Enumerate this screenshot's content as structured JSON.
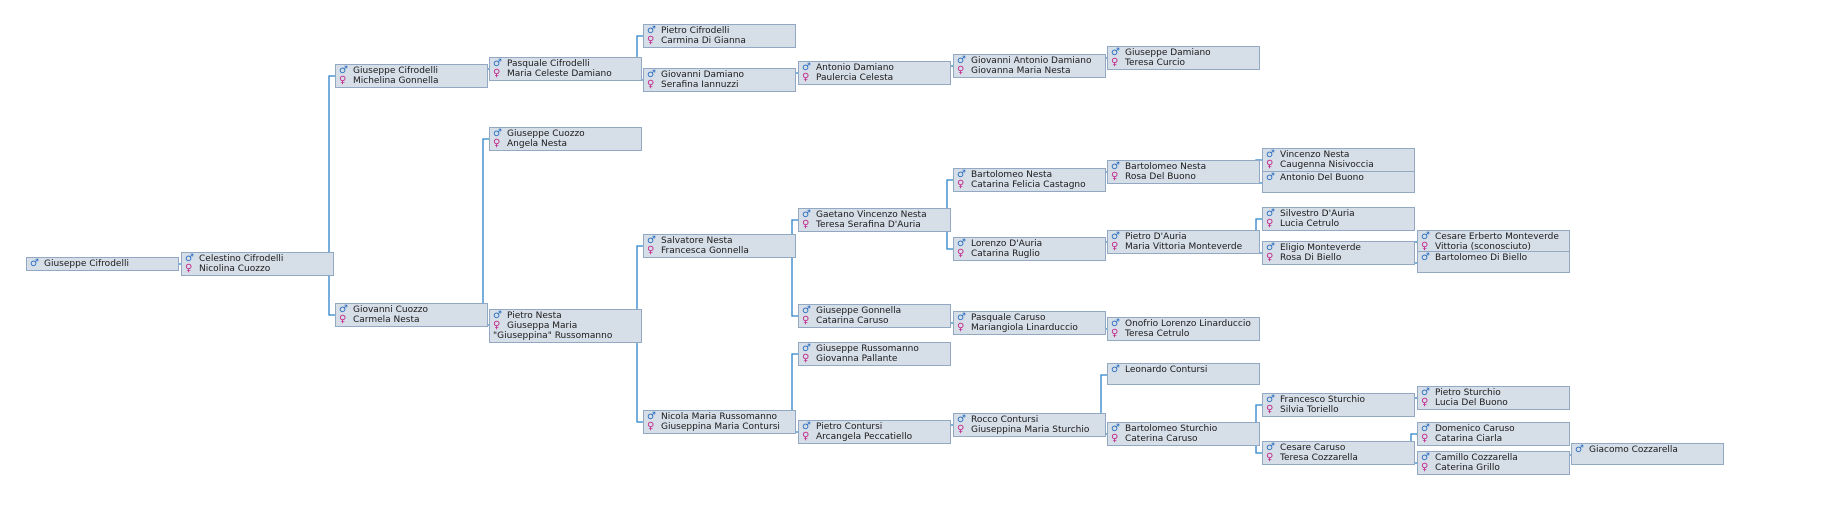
{
  "tree": {
    "person": {
      "male": "Giuseppe Cifrodelli"
    },
    "p": {
      "male": "Celestino Cifrodelli",
      "female": "Nicolina Cuozzo"
    },
    "pp": {
      "male": "Giuseppe Cifrodelli",
      "female": "Michelina Gonnella"
    },
    "pm": {
      "male": "Giovanni Cuozzo",
      "female": "Carmela Nesta"
    },
    "ppp": {
      "male": "Pasquale Cifrodelli",
      "female": "Maria Celeste Damiano"
    },
    "pmp": {
      "male": "Giuseppe Cuozzo",
      "female": "Angela Nesta"
    },
    "pmm": {
      "male": "Pietro Nesta",
      "female": "Giuseppa Maria \"Giuseppina\" Russomanno"
    },
    "pppp": {
      "male": "Pietro Cifrodelli",
      "female": "Carmina Di Gianna"
    },
    "pppm": {
      "male": "Giovanni Damiano",
      "female": "Serafina Iannuzzi"
    },
    "pmmp": {
      "male": "Salvatore Nesta",
      "female": "Francesca Gonnella"
    },
    "pmmm": {
      "male": "Nicola Maria Russomanno",
      "female": "Giuseppina Maria Contursi"
    },
    "pppmm": {
      "male": "Antonio Damiano",
      "female": "Paulercia Celesta"
    },
    "pmmpp": {
      "male": "Gaetano Vincenzo Nesta",
      "female": "Teresa Serafina D'Auria"
    },
    "pmmpm": {
      "male": "Giuseppe Gonnella",
      "female": "Catarina Caruso"
    },
    "pmmmp": {
      "male": "Giuseppe Russomanno",
      "female": "Giovanna Pallante"
    },
    "pmmmm": {
      "male": "Pietro Contursi",
      "female": "Arcangela Peccatiello"
    },
    "pppmmm": {
      "male": "Giovanni Antonio Damiano",
      "female": "Giovanna Maria Nesta"
    },
    "pmmppp": {
      "male": "Bartolomeo Nesta",
      "female": "Catarina Felicia Castagno"
    },
    "pmmppm": {
      "male": "Lorenzo D'Auria",
      "female": "Catarina Ruglio"
    },
    "pmmpmm": {
      "male": "Pasquale Caruso",
      "female": "Mariangiola Linarduccio"
    },
    "pmmmmm": {
      "male": "Rocco Contursi",
      "female": "Giuseppina Maria Sturchio"
    },
    "pppmmmm": {
      "male": "Giuseppe Damiano",
      "female": "Teresa Curcio"
    },
    "pmmpppp": {
      "male": "Bartolomeo Nesta",
      "female": "Rosa Del Buono"
    },
    "pmmppmp": {
      "male": "Pietro D'Auria",
      "female": "Maria Vittoria Monteverde"
    },
    "pmmpmmm": {
      "male": "Onofrio Lorenzo Linarduccio",
      "female": "Teresa Cetrulo"
    },
    "pmmmmmp": {
      "male": "Leonardo Contursi"
    },
    "pmmmmmm": {
      "male": "Bartolomeo Sturchio",
      "female": "Caterina Caruso"
    },
    "pmmppppp": {
      "male": "Vincenzo Nesta",
      "female": "Caugenna Nisivoccia"
    },
    "pmmppppm": {
      "male": "Antonio Del Buono"
    },
    "pmmppmpp": {
      "male": "Silvestro D'Auria",
      "female": "Lucia Cetrulo"
    },
    "pmmppmpm": {
      "male": "Eligio Monteverde",
      "female": "Rosa Di Biello"
    },
    "pmmmmmmp": {
      "male": "Francesco Sturchio",
      "female": "Silvia Toriello"
    },
    "pmmmmmmm": {
      "male": "Cesare Caruso",
      "female": "Teresa Cozzarella"
    },
    "pmmppmpmp": {
      "male": "Cesare Erberto Monteverde",
      "female": "Vittoria (sconosciuto)"
    },
    "pmmppmpmm": {
      "male": "Bartolomeo Di Biello"
    },
    "pmmmmmmpm": {
      "male": "Pietro Sturchio",
      "female": "Lucia Del Buono"
    },
    "pmmmmmmmp": {
      "male": "Domenico Caruso",
      "female": "Catarina Ciarla"
    },
    "pmmmmmmmm": {
      "male": "Camillo Cozzarella",
      "female": "Caterina Grillo"
    },
    "pmmmmmmmmm": {
      "male": "Giacomo Cozzarella"
    }
  },
  "colors": {
    "node_fill": "#d6dee8",
    "node_border": "#93a8c2",
    "connector": "#2b83c9",
    "male_symbol": "#2d6fc0",
    "female_symbol": "#c2268a"
  },
  "icons": {
    "male": "♂",
    "female": "♀"
  }
}
